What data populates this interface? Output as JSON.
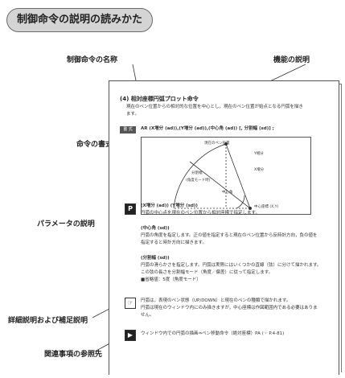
{
  "header": {
    "title": "制御命令の説明の読みかた"
  },
  "labels": {
    "command_name": "制御命令の名称",
    "function_desc": "機能の説明",
    "command_format": "命令の書式",
    "parameter_desc": "パラメータの説明",
    "detail_desc": "詳細説明および補足説明",
    "related_ref": "関連事項の参照先"
  },
  "page": {
    "section_title": "(4) 相対座標円弧プロット命令",
    "func_line1": "現在のペン位置からの相対的な位置を中心とし，現在のペン位置が始点となる円弧を描き",
    "func_line2": "ます。",
    "format_badge": "書 式",
    "format_text": "AR (X増分 (ad)),(Y増分 (ad)),(中心角 (ad)) [, 分割幅 (sd)] ;",
    "diagram": {
      "center": "中心座標",
      "current_pen": "現在のペン位置",
      "y_increment": "Y増分",
      "x_increment": "X増分",
      "division": "分割幅",
      "angle_mode": "(角度モード時)",
      "angle": "中心角",
      "center_point": "中心座標 (X,Y)"
    },
    "params": {
      "p1_title": "(X増分 (ad)) (Y増分 (sd))",
      "p1_text": "円弧の中心点を現在のペン位置から相対座標で指定します。",
      "p2_title": "(中心角 (sd))",
      "p2_line1": "円弧の角度を指定します。正の値を指定すると現在のペン位置から反時計方向，負の値を",
      "p2_line2": "指定すると時計方向に描きます。",
      "p3_title": "(分割幅 (sd))",
      "p3_line1": "円弧の滑らかさを指定します。円弧は実際にはいくつかの直線（弦）に分けて描かれます。",
      "p3_line2": "この弦の長さを分割幅モード（角度／偏差）に従って指定します。",
      "p3_line3": "■省略値：5度（角度モード）"
    },
    "detail": {
      "line1": "円弧は，表現のペン状態（UP/DOWN）と現在のペンの種類で描かれます。",
      "line2": "円弧は現在のウィンドウ内にのみ描きますが，中心座標は作図範囲内である必要はありま",
      "line3": "せん。"
    },
    "related": "ウィンドウ内での円弧の描画⇒ペン移動命令（絶対座標）PA (☞ P.4-81)"
  }
}
